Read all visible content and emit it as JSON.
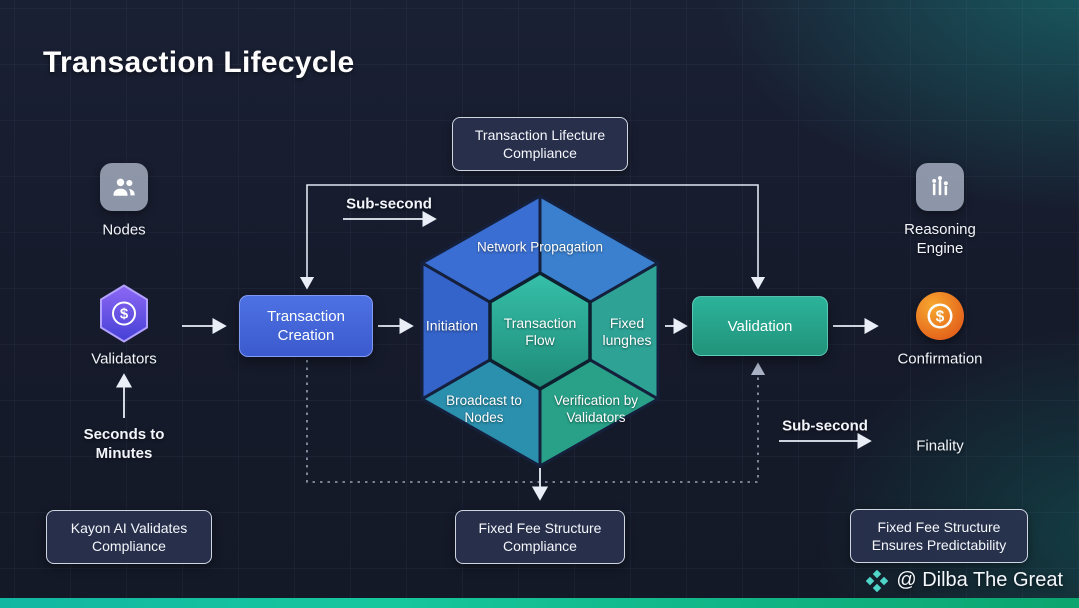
{
  "title": "Transaction Lifecycle",
  "boxes": {
    "top_compliance": "Transaction Lifecture Compliance",
    "kayon": "Kayon AI Validates Compliance",
    "fixed_fee_compliance": "Fixed Fee Structure Compliance",
    "fixed_fee_predictability": "Fixed Fee Structure Ensures Predictability"
  },
  "flow": {
    "transaction_creation": "Transaction Creation",
    "validation": "Validation"
  },
  "hexagon": {
    "network_propagation": "Network Propagation",
    "initiation": "Initiation",
    "transaction_flow": "Transaction Flow",
    "fixed_lunghes": "Fixed lunghes",
    "broadcast_to_nodes": "Broadcast to Nodes",
    "verification_by_validators": "Verification by Validators"
  },
  "labels": {
    "nodes": "Nodes",
    "validators": "Validators",
    "seconds_to_minutes": "Seconds to Minutes",
    "sub_second_top": "Sub-second",
    "sub_second_right": "Sub-second",
    "reasoning_engine": "Reasoning Engine",
    "confirmation": "Confirmation",
    "finality": "Finality"
  },
  "watermark": "@ Dilba The Great",
  "colors": {
    "background": "#161b2c",
    "accent_teal": "#14b8a6",
    "creation_blue": "#4466d8",
    "validation_green": "#27a389",
    "confirmation_orange": "#f08a24",
    "validators_purple": "#6d5ae8"
  }
}
